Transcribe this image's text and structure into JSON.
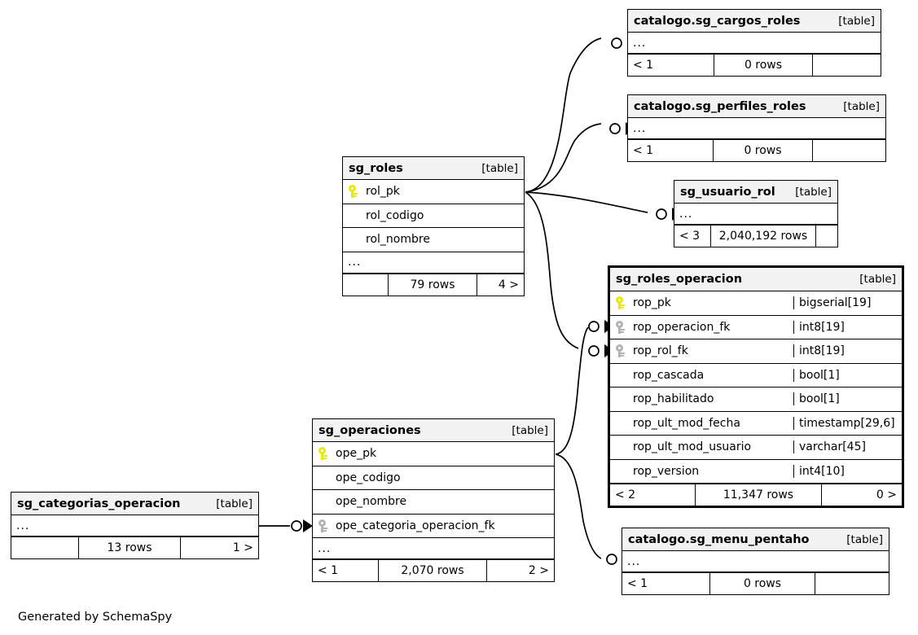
{
  "diagram": {
    "generator_text": "Generated by SchemaSpy",
    "table_tag": "[table]",
    "ellipsis": "...",
    "colors": {
      "header_bg": "#f2f2f2",
      "border": "#000000",
      "pk_key": "#e8e80c",
      "fk_key": "#b3b3b3"
    }
  },
  "tables": [
    {
      "id": "sg_cargos_roles",
      "name": "catalogo.sg_cargos_roles",
      "tag": "[table]",
      "has_ellipsis_row": true,
      "columns": [],
      "footer": {
        "left": "< 1",
        "center": "0 rows",
        "right": ""
      }
    },
    {
      "id": "sg_perfiles_roles",
      "name": "catalogo.sg_perfiles_roles",
      "tag": "[table]",
      "has_ellipsis_row": true,
      "columns": [],
      "footer": {
        "left": "< 1",
        "center": "0 rows",
        "right": ""
      }
    },
    {
      "id": "sg_usuario_rol",
      "name": "sg_usuario_rol",
      "tag": "[table]",
      "has_ellipsis_row": true,
      "columns": [],
      "footer": {
        "left": "< 3",
        "center": "2,040,192 rows",
        "right": ""
      }
    },
    {
      "id": "sg_roles",
      "name": "sg_roles",
      "tag": "[table]",
      "has_ellipsis_row": true,
      "columns": [
        {
          "name": "rol_pk",
          "key": "pk",
          "type": ""
        },
        {
          "name": "rol_codigo",
          "key": "none",
          "type": ""
        },
        {
          "name": "rol_nombre",
          "key": "none",
          "type": ""
        }
      ],
      "footer": {
        "left": "",
        "center": "79 rows",
        "right": "4 >"
      }
    },
    {
      "id": "sg_roles_operacion",
      "name": "sg_roles_operacion",
      "tag": "[table]",
      "focal": true,
      "has_ellipsis_row": false,
      "columns": [
        {
          "name": "rop_pk",
          "key": "pk",
          "type": "bigserial[19]"
        },
        {
          "name": "rop_operacion_fk",
          "key": "fk",
          "type": "int8[19]"
        },
        {
          "name": "rop_rol_fk",
          "key": "fk",
          "type": "int8[19]"
        },
        {
          "name": "rop_cascada",
          "key": "none",
          "type": "bool[1]"
        },
        {
          "name": "rop_habilitado",
          "key": "none",
          "type": "bool[1]"
        },
        {
          "name": "rop_ult_mod_fecha",
          "key": "none",
          "type": "timestamp[29,6]"
        },
        {
          "name": "rop_ult_mod_usuario",
          "key": "none",
          "type": "varchar[45]"
        },
        {
          "name": "rop_version",
          "key": "none",
          "type": "int4[10]"
        }
      ],
      "footer": {
        "left": "< 2",
        "center": "11,347 rows",
        "right": "0 >"
      }
    },
    {
      "id": "sg_operaciones",
      "name": "sg_operaciones",
      "tag": "[table]",
      "has_ellipsis_row": true,
      "columns": [
        {
          "name": "ope_pk",
          "key": "pk",
          "type": ""
        },
        {
          "name": "ope_codigo",
          "key": "none",
          "type": ""
        },
        {
          "name": "ope_nombre",
          "key": "none",
          "type": ""
        },
        {
          "name": "ope_categoria_operacion_fk",
          "key": "fk",
          "type": ""
        }
      ],
      "footer": {
        "left": "< 1",
        "center": "2,070 rows",
        "right": "2 >"
      }
    },
    {
      "id": "sg_categorias_operacion",
      "name": "sg_categorias_operacion",
      "tag": "[table]",
      "has_ellipsis_row": true,
      "columns": [],
      "footer": {
        "left": "",
        "center": "13 rows",
        "right": "1 >"
      }
    },
    {
      "id": "sg_menu_pentaho",
      "name": "catalogo.sg_menu_pentaho",
      "tag": "[table]",
      "has_ellipsis_row": true,
      "columns": [],
      "footer": {
        "left": "< 1",
        "center": "0 rows",
        "right": ""
      }
    }
  ],
  "relationships": [
    {
      "from": "sg_roles",
      "to": "sg_cargos_roles"
    },
    {
      "from": "sg_roles",
      "to": "sg_perfiles_roles"
    },
    {
      "from": "sg_roles",
      "to": "sg_usuario_rol"
    },
    {
      "from": "sg_roles",
      "to": "sg_roles_operacion.rop_rol_fk"
    },
    {
      "from": "sg_operaciones",
      "to": "sg_roles_operacion.rop_operacion_fk"
    },
    {
      "from": "sg_operaciones",
      "to": "sg_menu_pentaho"
    },
    {
      "from": "sg_categorias_operacion",
      "to": "sg_operaciones.ope_categoria_operacion_fk"
    }
  ]
}
